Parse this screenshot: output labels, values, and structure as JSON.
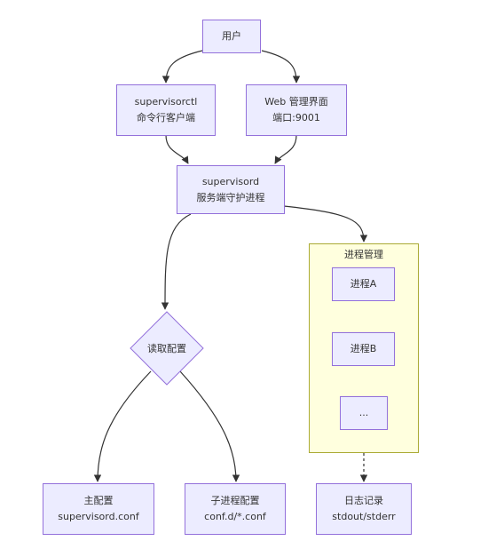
{
  "nodes": {
    "user": {
      "lines": [
        "用户"
      ]
    },
    "ctl": {
      "lines": [
        "supervisorctl",
        "命令行客户端"
      ]
    },
    "web": {
      "lines": [
        "Web 管理界面",
        "端口:9001"
      ]
    },
    "daemon": {
      "lines": [
        "supervisord",
        "服务端守护进程"
      ]
    },
    "read_config": {
      "lines": [
        "读取配置"
      ]
    },
    "main_conf": {
      "lines": [
        "主配置",
        "supervisord.conf"
      ]
    },
    "sub_conf": {
      "lines": [
        "子进程配置",
        "conf.d/*.conf"
      ]
    },
    "proc_a": {
      "lines": [
        "进程A"
      ]
    },
    "proc_b": {
      "lines": [
        "进程B"
      ]
    },
    "proc_more": {
      "lines": [
        "..."
      ]
    },
    "log": {
      "lines": [
        "日志记录",
        "stdout/stderr"
      ]
    }
  },
  "cluster": {
    "title": "进程管理"
  },
  "colors": {
    "node_fill": "#ECECFF",
    "node_border": "#9370DB",
    "cluster_fill": "#FFFFDE",
    "cluster_border": "#AAAA33",
    "edge": "#333333"
  }
}
